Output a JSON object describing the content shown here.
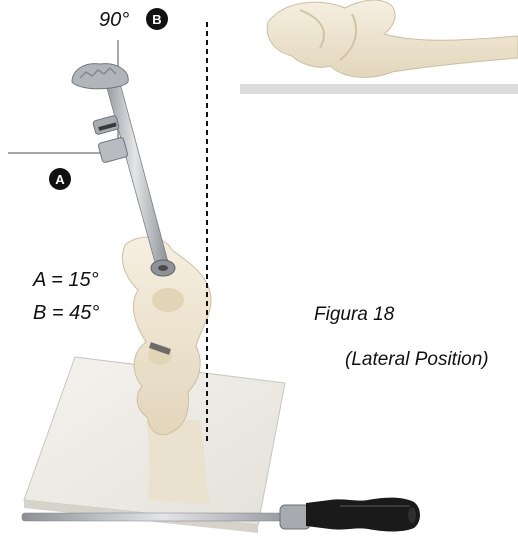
{
  "figure": {
    "caption": "Figura 18",
    "position_note": "(Lateral Position)"
  },
  "angles": {
    "top_label": "90°",
    "marker_a": "A",
    "marker_b": "B",
    "value_a": "A = 15°",
    "value_b": "B = 45°"
  },
  "colors": {
    "bone": "#efe6d2",
    "bone_shadow": "#d9cdb3",
    "table_top": "#f1efe9",
    "table_edge": "#c9c6bd",
    "metal": "#b9bcc0",
    "handle": "#1a1a1a",
    "badge": "#111111",
    "reference_line": "#111111"
  }
}
